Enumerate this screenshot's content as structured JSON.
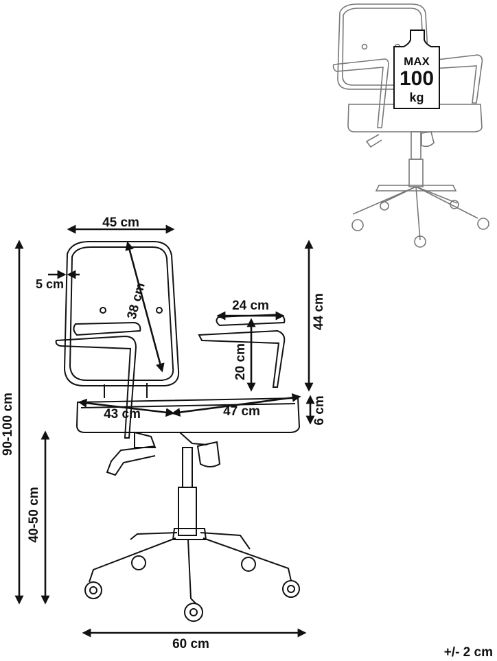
{
  "badge": {
    "line1": "MAX",
    "line2": "100",
    "line3": "kg"
  },
  "dimensions": {
    "backrest_width": "45 cm",
    "backrest_padding": "5 cm",
    "backrest_height": "38 cm",
    "armrest_length": "24 cm",
    "armrest_height": "20 cm",
    "back_height_above_seat": "44 cm",
    "seat_depth": "43 cm",
    "seat_width": "47 cm",
    "seat_thickness": "6 cm",
    "total_height": "90-100 cm",
    "seat_height": "40-50 cm",
    "base_width": "60 cm"
  },
  "tolerance": "+/- 2 cm",
  "colors": {
    "line": "#111111",
    "thumb_line": "#777777"
  }
}
